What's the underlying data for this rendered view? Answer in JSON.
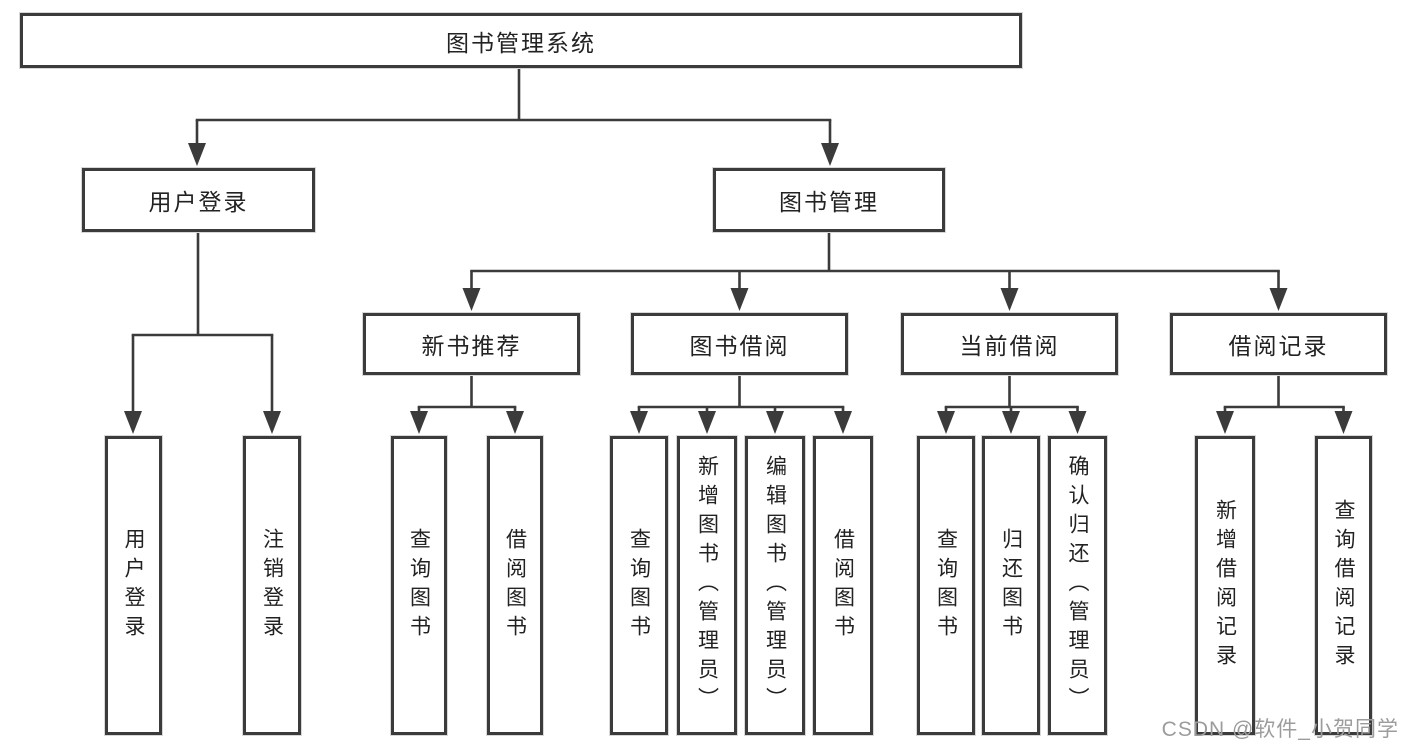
{
  "diagram": {
    "type": "hierarchy",
    "root": {
      "label": "图书管理系统",
      "children": [
        {
          "label": "用户登录",
          "children": [
            {
              "label": "用户登录"
            },
            {
              "label": "注销登录"
            }
          ]
        },
        {
          "label": "图书管理",
          "children": [
            {
              "label": "新书推荐",
              "children": [
                {
                  "label": "查询图书"
                },
                {
                  "label": "借阅图书"
                }
              ]
            },
            {
              "label": "图书借阅",
              "children": [
                {
                  "label": "查询图书"
                },
                {
                  "label": "新增图书（管理员）"
                },
                {
                  "label": "编辑图书（管理员）"
                },
                {
                  "label": "借阅图书"
                }
              ]
            },
            {
              "label": "当前借阅",
              "children": [
                {
                  "label": "查询图书"
                },
                {
                  "label": "归还图书"
                },
                {
                  "label": "确认归还（管理员）"
                }
              ]
            },
            {
              "label": "借阅记录",
              "children": [
                {
                  "label": "新增借阅记录"
                },
                {
                  "label": "查询借阅记录"
                }
              ]
            }
          ]
        }
      ]
    }
  },
  "watermark": {
    "text": "CSDN @软件_小贺同学",
    "color": "#9c9c9c"
  },
  "colors": {
    "line": "#3b3b3b",
    "box_border": "#3b3b3b",
    "box_background": "#ffffff",
    "text": "#222222",
    "page_background": "#ffffff"
  }
}
